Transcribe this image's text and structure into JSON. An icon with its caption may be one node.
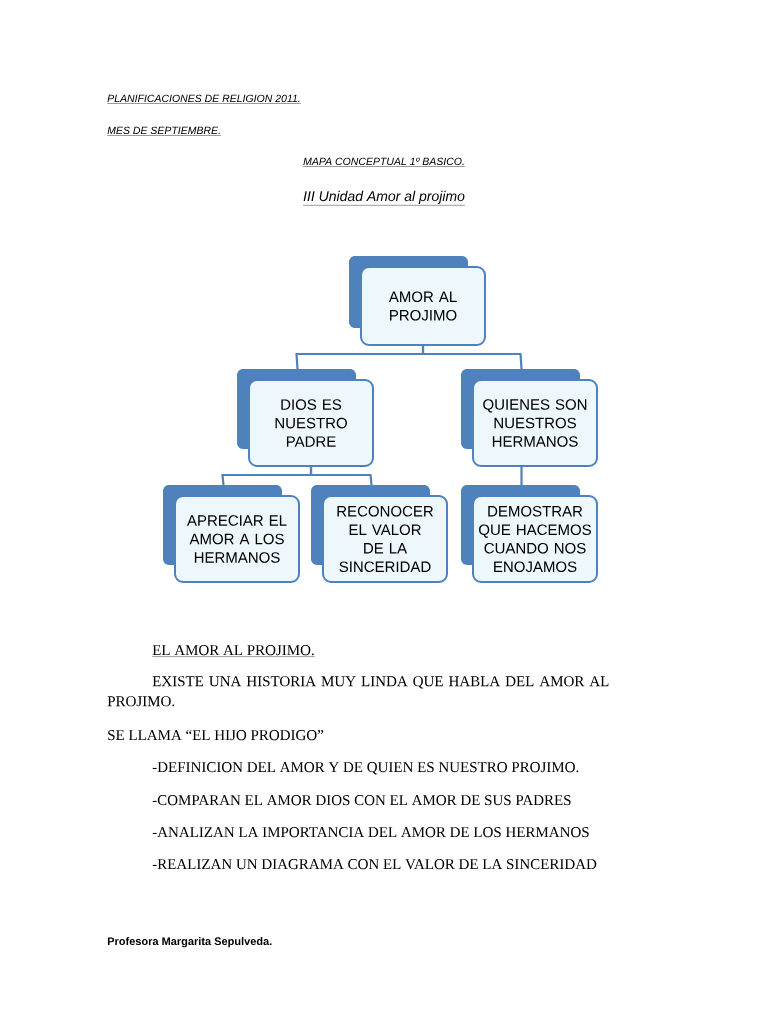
{
  "diagram": {
    "title": "III Unidad Amor al projimo",
    "nodes": [
      {
        "text": [
          "AMOR AL PROJIMO"
        ]
      },
      {
        "text": [
          "DIOS ES NUESTRO PADRE"
        ]
      },
      {
        "text": [
          "QUIENES SON NUESTROS HERMANOS"
        ]
      },
      {
        "text": [
          "APRECIAR EL AMOR A LOS HERMANOS"
        ]
      },
      {
        "text": [
          "RECONOCER EL VALOR DE LA SINCERIDAD"
        ]
      },
      {
        "text": [
          "DEMOSTRAR QUE HACEMOS CUANDO NOS ENOJAMOS"
        ]
      }
    ],
    "edges": [
      {
        "from": 0,
        "to": 1,
        "arrow": "none"
      },
      {
        "from": 0,
        "to": 2,
        "arrow": "none"
      },
      {
        "from": 1,
        "to": 3,
        "arrow": "none"
      },
      {
        "from": 1,
        "to": 4,
        "arrow": "none"
      },
      {
        "from": 2,
        "to": 5,
        "arrow": "none"
      }
    ],
    "labels": [
      "PLANIFICACIONES DE RELIGION 2011.",
      "MES DE SEPTIEMBRE.",
      "MAPA CONCEPTUAL 1º BASICO.",
      "EL AMOR AL PROJIMO.",
      "EXISTE UNA HISTORIA MUY LINDA QUE HABLA DEL AMOR AL PROJIMO.",
      "SE LLAMA “EL HIJO PRODIGO”",
      "-DEFINICION DEL AMOR Y DE QUIEN ES NUESTRO PROJIMO.",
      "-COMPARAN EL AMOR DIOS CON EL AMOR DE SUS PADRES",
      "-ANALIZAN LA IMPORTANCIA DEL AMOR DE LOS HERMANOS",
      "-REALIZAN UN DIAGRAMA CON EL VALOR DE LA SINCERIDAD",
      "Profesora Margarita Sepulveda."
    ]
  }
}
